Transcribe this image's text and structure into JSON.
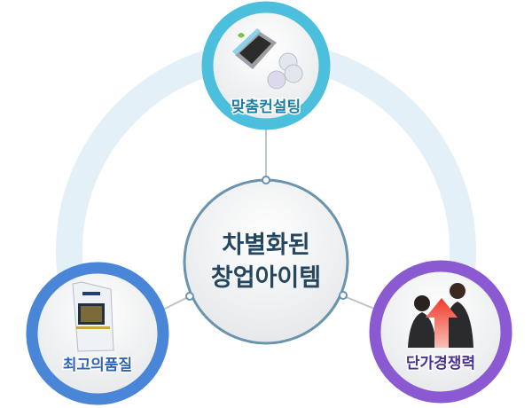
{
  "center": {
    "line1": "차별화된",
    "line2": "창업아이템"
  },
  "nodes": [
    {
      "label": "맞춤컨설팅",
      "icon": "laptop-cd-icon",
      "color": "#4cbfdc",
      "text_color": "#1b7fa3"
    },
    {
      "label": "최고의품질",
      "icon": "kiosk-machine-icon",
      "color": "#4a86d8",
      "text_color": "#2f63b8"
    },
    {
      "label": "단가경쟁력",
      "icon": "business-people-arrow-icon",
      "color": "#8b5ad2",
      "text_color": "#4a3292"
    }
  ],
  "colors": {
    "ring": "#e4f0f7",
    "center_stroke": "#6a93ad",
    "connector": "#b9c4cc"
  }
}
